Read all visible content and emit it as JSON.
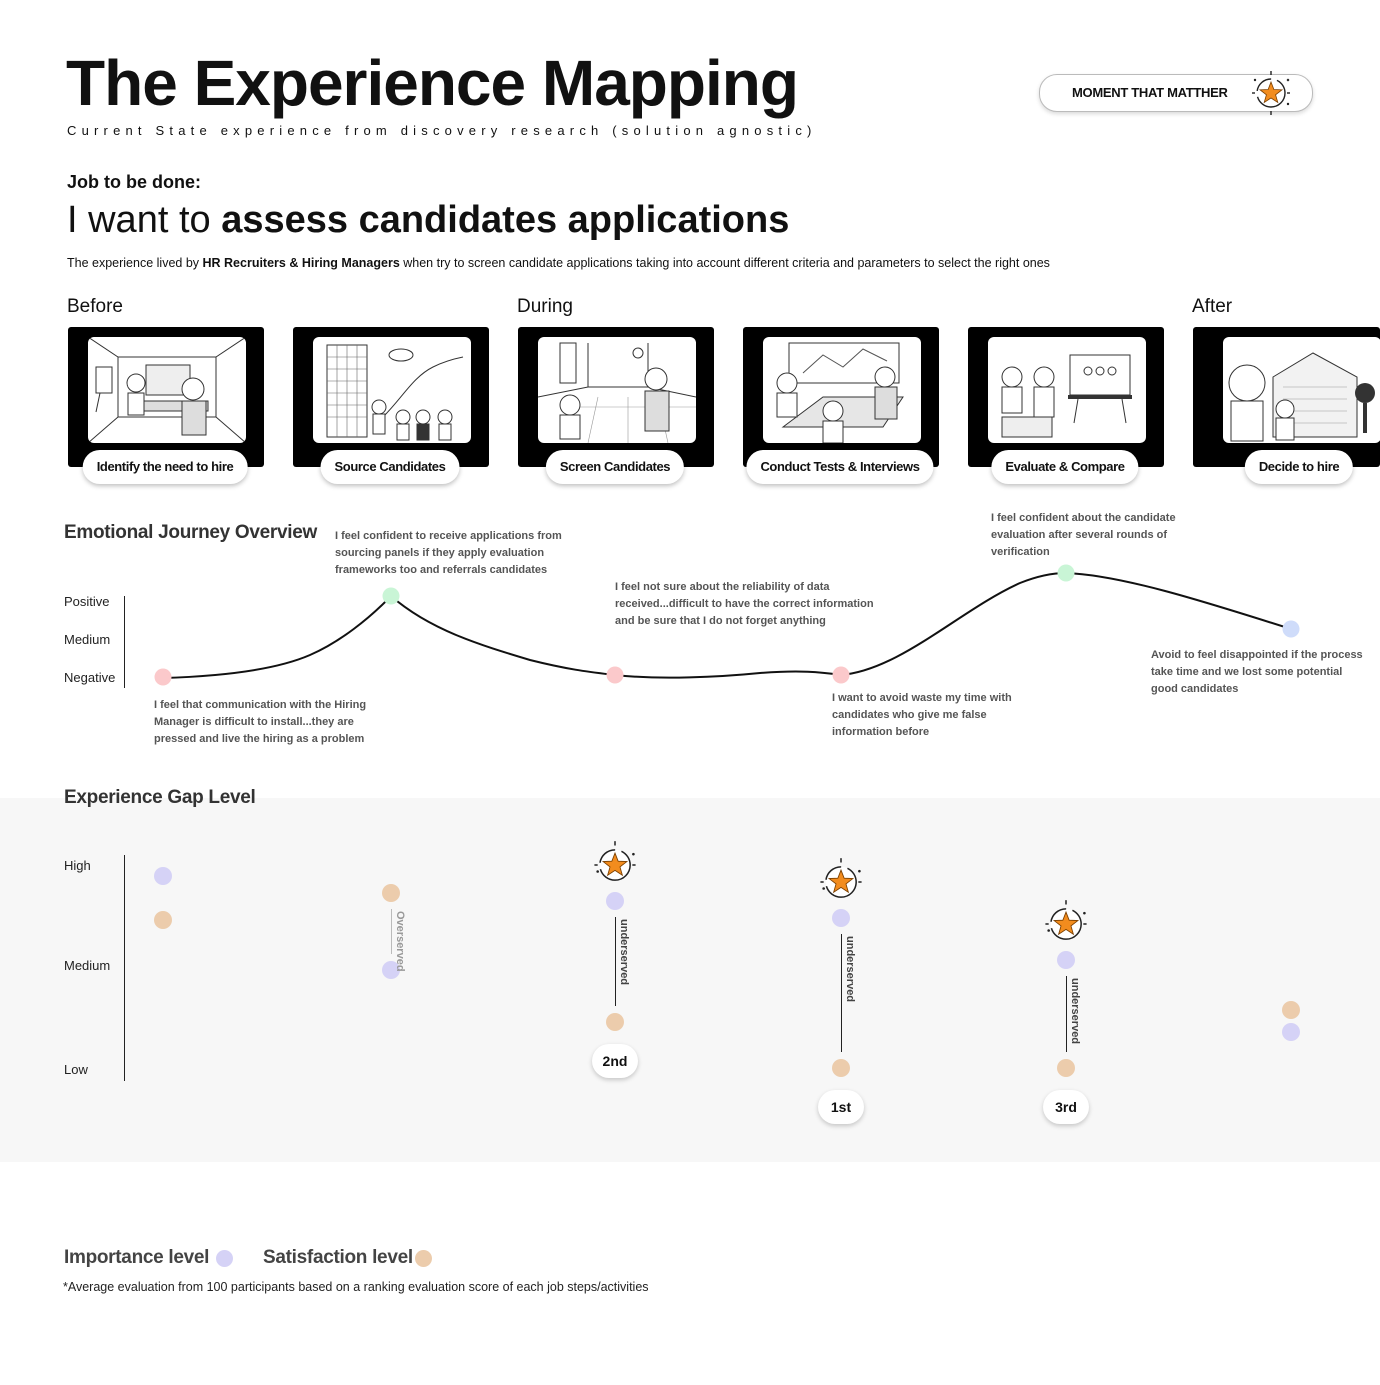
{
  "header": {
    "title": "The Experience Mapping",
    "subtitle": "Current State experience from discovery research (solution agnostic)",
    "badge_label": "MOMENT THAT MATTHER"
  },
  "jtbd": {
    "label": "Job to be done:",
    "statement_prefix": "I want to ",
    "statement_bold": "assess candidates applications",
    "intro_prefix": "The experience lived by ",
    "intro_bold": "HR Recruiters & Hiring Managers",
    "intro_suffix": " when try to screen candidate applications taking into account different criteria and parameters to select the right ones"
  },
  "phases": [
    "Before",
    "During",
    "After"
  ],
  "steps": [
    {
      "label": "Identify the need to hire"
    },
    {
      "label": "Source Candidates"
    },
    {
      "label": "Screen Candidates"
    },
    {
      "label": "Conduct Tests & Interviews"
    },
    {
      "label": "Evaluate & Compare"
    },
    {
      "label": "Decide to hire"
    }
  ],
  "emotional_journey": {
    "title": "Emotional Journey Overview",
    "levels": [
      "Positive",
      "Medium",
      "Negative"
    ],
    "points": [
      {
        "step": "Identify the need to hire",
        "emotion": "Negative",
        "note": "I feel that communication with the Hiring Manager is difficult to install...they are pressed and live the hiring as a problem"
      },
      {
        "step": "Source Candidates",
        "emotion": "Positive",
        "note": "I feel confident to receive applications from sourcing panels if they apply evaluation frameworks too and referrals candidates"
      },
      {
        "step": "Screen Candidates",
        "emotion": "Negative",
        "note": "I feel not sure about the reliability of data received...difficult to have the correct information and be sure that I do not forget anything"
      },
      {
        "step": "Conduct Tests & Interviews",
        "emotion": "Negative",
        "note": "I want to avoid waste my time with candidates who give me false information before"
      },
      {
        "step": "Evaluate & Compare",
        "emotion": "Positive",
        "note": "I feel confident about the candidate evaluation after several rounds of verification"
      },
      {
        "step": "Decide to hire",
        "emotion": "Medium",
        "note": "Avoid to feel disappointed if the process take time and we lost some potential good candidates"
      }
    ],
    "colors": {
      "Positive": "#c9f5d6",
      "Medium": "#cfdcfa",
      "Negative": "#fbc9cb"
    }
  },
  "experience_gap": {
    "title": "Experience Gap Level",
    "levels": [
      "High",
      "Medium",
      "Low"
    ],
    "items": [
      {
        "step": "Identify the need to hire",
        "importance": 0.95,
        "satisfaction": 0.74,
        "gap_label": "",
        "rank": "",
        "moment": false
      },
      {
        "step": "Source Candidates",
        "importance": 0.5,
        "satisfaction": 0.87,
        "gap_label": "Overserved",
        "rank": "",
        "moment": false
      },
      {
        "step": "Screen Candidates",
        "importance": 0.83,
        "satisfaction": 0.25,
        "gap_label": "underserved",
        "rank": "2nd",
        "moment": true
      },
      {
        "step": "Conduct Tests & Interviews",
        "importance": 0.75,
        "satisfaction": 0.03,
        "gap_label": "underserved",
        "rank": "1st",
        "moment": true
      },
      {
        "step": "Evaluate & Compare",
        "importance": 0.55,
        "satisfaction": 0.03,
        "gap_label": "underserved",
        "rank": "3rd",
        "moment": true
      },
      {
        "step": "Decide to hire",
        "importance": 0.2,
        "satisfaction": 0.31,
        "gap_label": "",
        "rank": "",
        "moment": false
      }
    ]
  },
  "legend": {
    "importance_label": "Importance level",
    "importance_color": "#d5d2f6",
    "satisfaction_label": "Satisfaction level",
    "satisfaction_color": "#ecccac"
  },
  "footnote": "*Average evaluation from 100 participants based on a ranking evaluation score of each job steps/activities"
}
